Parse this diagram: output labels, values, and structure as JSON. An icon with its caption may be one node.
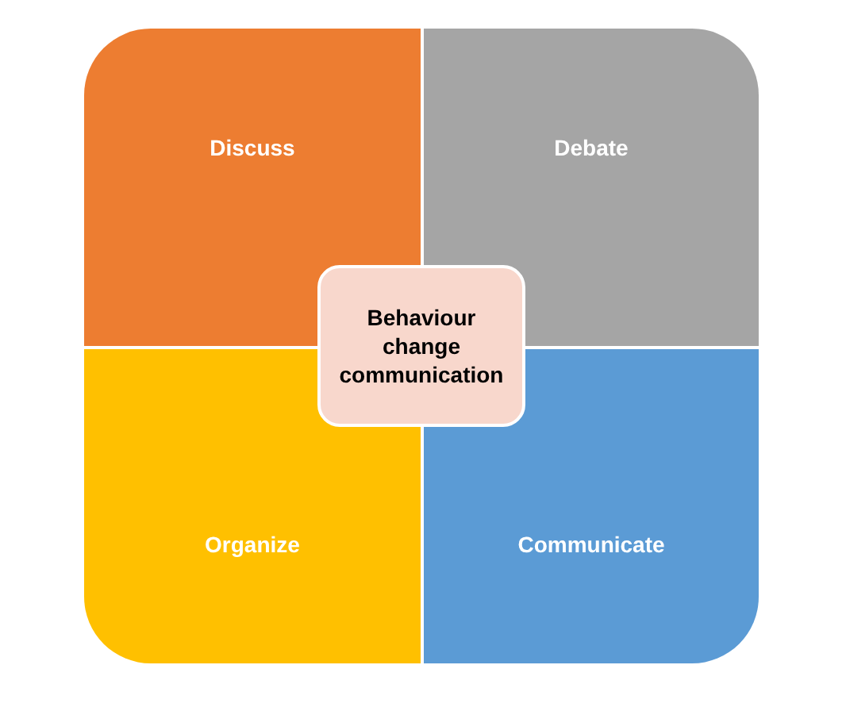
{
  "diagram": {
    "nodes": [
      {
        "text": [
          "Discuss"
        ]
      },
      {
        "text": [
          "Debate"
        ]
      },
      {
        "text": [
          "Organize"
        ]
      },
      {
        "text": [
          "Communicate"
        ]
      },
      {
        "text": [
          "Behaviour change communication"
        ]
      }
    ]
  }
}
